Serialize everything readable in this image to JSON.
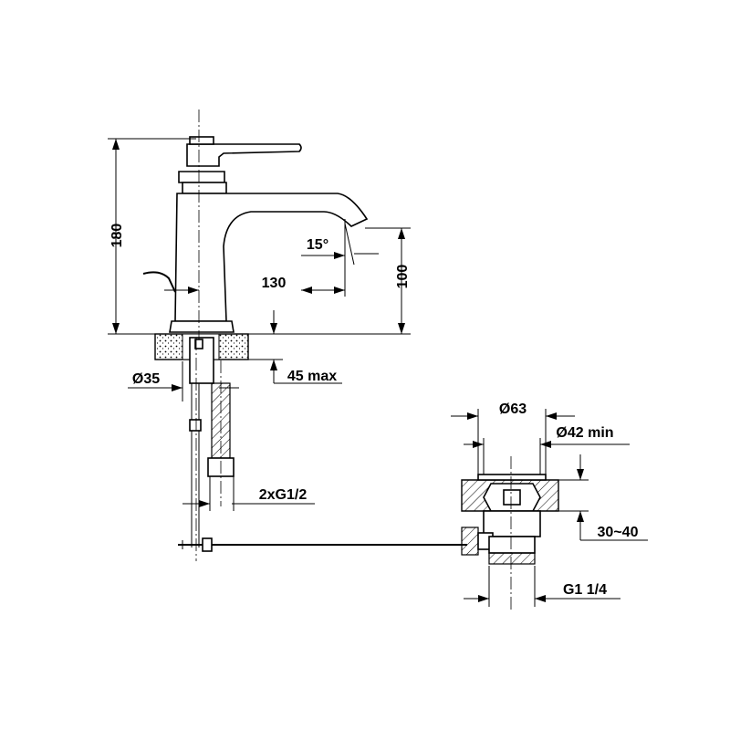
{
  "title": "Basin mixer dimension drawing",
  "dimensions": {
    "height": "180",
    "spout_angle": "15°",
    "reach": "130",
    "spout_height": "100",
    "hole_diameter": "Ø35",
    "deck_thickness": "45 max",
    "drain_flange": "Ø63",
    "drain_hole": "Ø42 min",
    "connections": "2xG1/2",
    "basin_thickness": "30~40",
    "drain_thread": "G1 1/4"
  }
}
